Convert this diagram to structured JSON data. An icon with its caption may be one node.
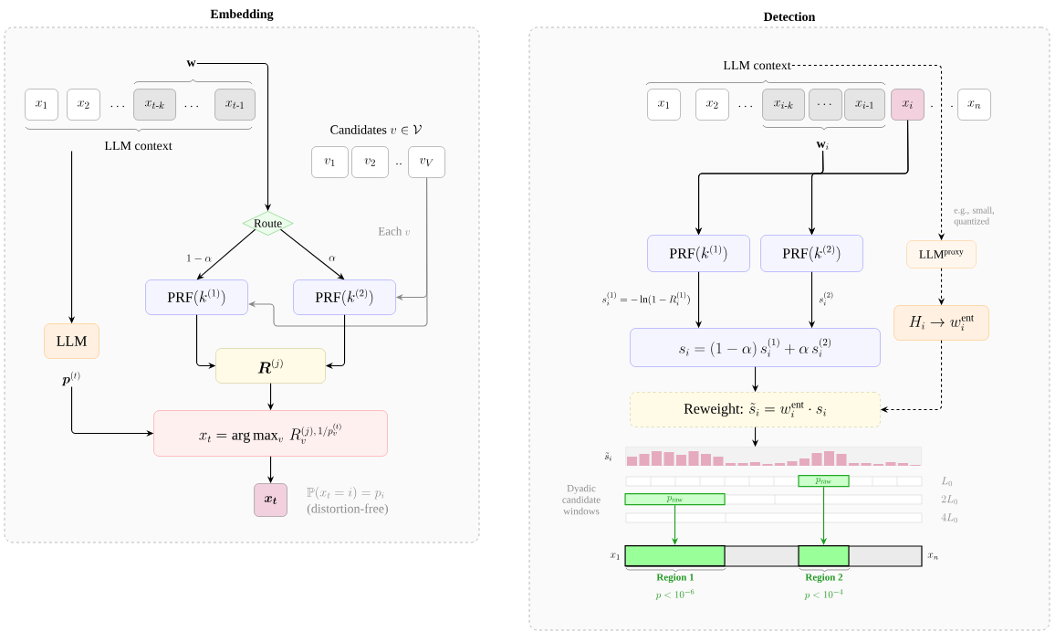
{
  "diagram": {
    "nodes": [
      {
        "text": [
          "Embedding"
        ]
      },
      {
        "text": [
          "x_1"
        ],
        "in": 0
      },
      {
        "text": [
          "x_2"
        ],
        "in": 0
      },
      {
        "text": [
          "x_{t\\text{-}k}"
        ],
        "in": 0
      },
      {
        "text": [
          "x_{t\\text{-}1}"
        ],
        "in": 0
      },
      {
        "text": [
          "\\mathbf{w}"
        ],
        "in": 0
      },
      {
        "text": [
          "v_1"
        ],
        "in": 0
      },
      {
        "text": [
          "v_2"
        ],
        "in": 0
      },
      {
        "text": [
          "v_V"
        ],
        "in": 0
      },
      {
        "text": [
          "Route"
        ],
        "in": 0
      },
      {
        "text": [
          "\\mathrm{PRF}(k^{(1)})"
        ],
        "in": 0
      },
      {
        "text": [
          "\\mathrm{PRF}(k^{(2)})"
        ],
        "in": 0
      },
      {
        "text": [
          "LLM context"
        ],
        "in": 0
      },
      {
        "text": [
          "LLM"
        ],
        "in": 0
      },
      {
        "text": [
          "\\boldsymbol{p}^{(t)}"
        ],
        "in": 0
      },
      {
        "text": [
          "\\boldsymbol{R}^{(j)}"
        ],
        "in": 0
      },
      {
        "text": [
          "x_t = \\arg\\max_v \\, R_v^{(j),\\,1/p_v^{(t)}}"
        ],
        "in": 0
      },
      {
        "text": [
          "\\boldsymbol{x_t}"
        ],
        "in": 0,
        "beside": [
          "\\mathbb{P}(x_t = i) = p_i",
          "(distortion-free)"
        ]
      },
      {
        "text": [
          "Detection"
        ]
      },
      {
        "text": [
          "LLM context"
        ],
        "in": 18
      },
      {
        "text": [
          "x_1"
        ],
        "in": 18
      },
      {
        "text": [
          "x_2"
        ],
        "in": 18
      },
      {
        "text": [
          "x_{i\\text{-}k}"
        ],
        "in": 18
      },
      {
        "text": [
          "\\cdots"
        ],
        "in": 18
      },
      {
        "text": [
          "x_{i\\text{-}1}"
        ],
        "in": 18
      },
      {
        "text": [
          "x_i"
        ],
        "in": 18
      },
      {
        "text": [
          "x_n"
        ],
        "in": 18
      },
      {
        "text": [
          "\\mathbf{w}_i"
        ],
        "in": 18
      },
      {
        "text": [
          "\\mathrm{PRF}(k^{(1)})"
        ],
        "in": 18
      },
      {
        "text": [
          "\\mathrm{PRF}(k^{(2)})"
        ],
        "in": 18
      },
      {
        "text": [
          "LLM$^{proxy}$"
        ],
        "in": 18,
        "beside": [
          "e.g., small, quantized"
        ]
      },
      {
        "text": [
          "H_i \\rightarrow w_i^{\\mathrm{ent}}"
        ],
        "in": 18
      },
      {
        "text": [
          "s_i = (1-\\alpha)\\, s_i^{(1)} + \\alpha\\, s_i^{(2)}"
        ],
        "in": 18
      },
      {
        "text": [
          "\\text{Reweight: } \\tilde{s}_i = w_i^{\\mathrm{ent}} \\cdot s_i"
        ],
        "in": 18
      },
      {
        "text": [],
        "shape": "picture",
        "in": 18,
        "beside": [
          "\\tilde{s}_i"
        ]
      },
      {
        "text": [
          "p_{\\mathrm{raw}}"
        ],
        "in": 18
      },
      {
        "text": [
          "p_{\\mathrm{raw}}"
        ],
        "in": 18
      },
      {
        "text": [],
        "shape": "bar",
        "in": 18,
        "beside": [
          "Region 1",
          "p < 10^{-6}"
        ]
      },
      {
        "text": [],
        "shape": "bar",
        "in": 18,
        "beside": [
          "Region 2",
          "p < 10^{-4}"
        ]
      }
    ],
    "edges": [
      {
        "from": 5,
        "to": 9,
        "arrow": "to"
      },
      {
        "from": 9,
        "to": 10,
        "arrow": "to",
        "label": "1-\\alpha"
      },
      {
        "from": 9,
        "to": 11,
        "arrow": "to",
        "label": "\\alpha"
      },
      {
        "from": 8,
        "to": 11,
        "arrow": "to",
        "label": "\\text{Each } v",
        "color": "#888888"
      },
      {
        "from": 8,
        "to": 10,
        "arrow": "to",
        "color": "#888888"
      },
      {
        "from": 12,
        "to": 13,
        "arrow": "to"
      },
      {
        "from": 10,
        "to": 15,
        "arrow": "to"
      },
      {
        "from": 11,
        "to": 15,
        "arrow": "to"
      },
      {
        "from": 15,
        "to": 16,
        "arrow": "to"
      },
      {
        "from": 14,
        "to": 16,
        "arrow": "to"
      },
      {
        "from": 16,
        "to": 17,
        "arrow": "to"
      },
      {
        "from": 19,
        "to": 30,
        "arrow": "to",
        "style": "dashed"
      },
      {
        "from": 27,
        "to": 28,
        "arrow": "to"
      },
      {
        "from": 27,
        "to": 29,
        "arrow": "to"
      },
      {
        "from": 25,
        "to": 28,
        "arrow": "to"
      },
      {
        "from": 25,
        "to": 29,
        "arrow": "to"
      },
      {
        "from": 28,
        "to": 32,
        "arrow": "to",
        "label": "s_i^{(1)} = -\\ln(1-R_i^{(1)})"
      },
      {
        "from": 29,
        "to": 32,
        "arrow": "to",
        "label": "s_i^{(2)}"
      },
      {
        "from": 30,
        "to": 31,
        "arrow": "to",
        "style": "dashed"
      },
      {
        "from": 31,
        "to": 33,
        "arrow": "to",
        "style": "dashed"
      },
      {
        "from": 32,
        "to": 33,
        "arrow": "to"
      },
      {
        "from": 33,
        "to": 34,
        "arrow": "to"
      },
      {
        "from": 36,
        "to": 37,
        "arrow": "to",
        "color": "#1a9e1a"
      },
      {
        "from": 35,
        "to": 38,
        "arrow": "to",
        "color": "#1a9e1a"
      }
    ],
    "labels": [
      "\\cdots",
      "\\cdots",
      "\\text{Candidates } v \\in \\mathcal{V}",
      "\\cdot\\cdot",
      "\\cdots",
      "\\cdot",
      "\\cdot",
      "L_0",
      "Dyadic candidate windows",
      "2L_0",
      "4L_0",
      "x_1",
      "x_n"
    ]
  }
}
